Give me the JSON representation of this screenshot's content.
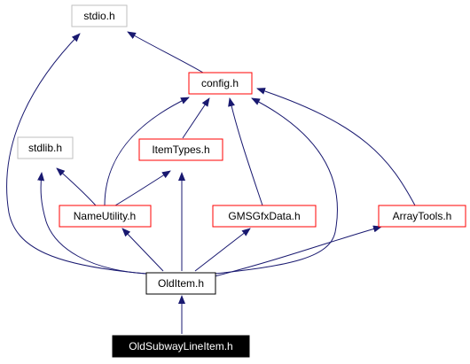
{
  "diagram": {
    "nodes": [
      {
        "id": "stdio",
        "label": "stdio.h",
        "style": "gray"
      },
      {
        "id": "config",
        "label": "config.h",
        "style": "red"
      },
      {
        "id": "stdlib",
        "label": "stdlib.h",
        "style": "gray"
      },
      {
        "id": "itemtypes",
        "label": "ItemTypes.h",
        "style": "red"
      },
      {
        "id": "nameutil",
        "label": "NameUtility.h",
        "style": "red"
      },
      {
        "id": "gmsgfx",
        "label": "GMSGfxData.h",
        "style": "red"
      },
      {
        "id": "arraytools",
        "label": "ArrayTools.h",
        "style": "red"
      },
      {
        "id": "olditem",
        "label": "OldItem.h",
        "style": "black"
      },
      {
        "id": "oldsubway",
        "label": "OldSubwayLineItem.h",
        "style": "filled"
      }
    ],
    "edges": [
      {
        "from": "config",
        "to": "stdio"
      },
      {
        "from": "olditem",
        "to": "stdio"
      },
      {
        "from": "nameutil",
        "to": "config"
      },
      {
        "from": "itemtypes",
        "to": "config"
      },
      {
        "from": "gmsgfx",
        "to": "config"
      },
      {
        "from": "olditem",
        "to": "config"
      },
      {
        "from": "arraytools",
        "to": "config"
      },
      {
        "from": "nameutil",
        "to": "stdlib"
      },
      {
        "from": "olditem",
        "to": "stdlib"
      },
      {
        "from": "nameutil",
        "to": "itemtypes"
      },
      {
        "from": "olditem",
        "to": "itemtypes"
      },
      {
        "from": "olditem",
        "to": "nameutil"
      },
      {
        "from": "olditem",
        "to": "gmsgfx"
      },
      {
        "from": "olditem",
        "to": "arraytools"
      },
      {
        "from": "oldsubway",
        "to": "olditem"
      }
    ],
    "colors": {
      "edge": "#191970",
      "border_gray": "#bfbfbf",
      "border_red": "#ff0000",
      "border_black": "#000000",
      "fill_dark": "#000000",
      "text_dark": "#000000",
      "text_light": "#ffffff"
    }
  }
}
